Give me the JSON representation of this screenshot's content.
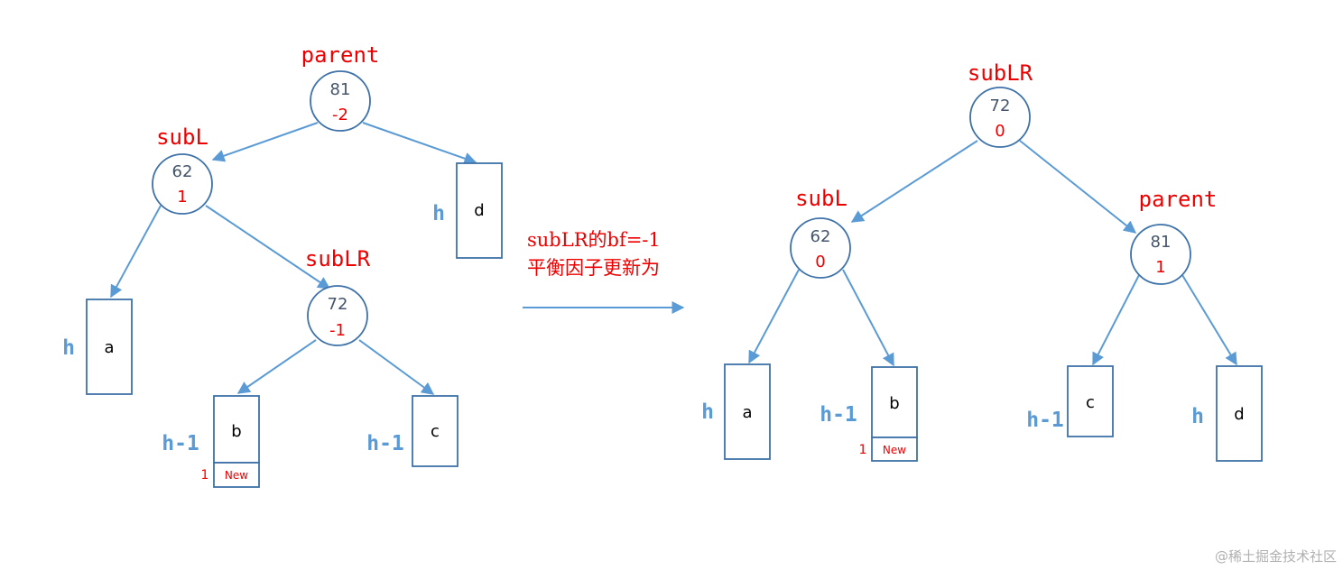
{
  "diagram": {
    "before": {
      "nodes": {
        "parent": {
          "role": "parent",
          "key": "81",
          "bf": "-2"
        },
        "subL": {
          "role": "subL",
          "key": "62",
          "bf": "1"
        },
        "subLR": {
          "role": "subLR",
          "key": "72",
          "bf": "-1"
        }
      },
      "subtrees": {
        "a": {
          "label": "a",
          "height": "h"
        },
        "b": {
          "label": "b",
          "height": "h-1",
          "new_label": "New",
          "new_count": "1"
        },
        "c": {
          "label": "c",
          "height": "h-1"
        },
        "d": {
          "label": "d",
          "height": "h"
        }
      }
    },
    "transition": {
      "line1": "subLR的bf=-1",
      "line2": "平衡因子更新为"
    },
    "after": {
      "nodes": {
        "subLR": {
          "role": "subLR",
          "key": "72",
          "bf": "0"
        },
        "subL": {
          "role": "subL",
          "key": "62",
          "bf": "0"
        },
        "parent": {
          "role": "parent",
          "key": "81",
          "bf": "1"
        }
      },
      "subtrees": {
        "a": {
          "label": "a",
          "height": "h"
        },
        "b": {
          "label": "b",
          "height": "h-1",
          "new_label": "New",
          "new_count": "1"
        },
        "c": {
          "label": "c",
          "height": "h-1"
        },
        "d": {
          "label": "d",
          "height": "h"
        }
      }
    },
    "watermark": "@稀土掘金技术社区",
    "colors": {
      "edge": "#5b9bd5",
      "node_border": "#3e72a8",
      "key_text": "#44546a",
      "accent_red": "#ee0000"
    }
  }
}
